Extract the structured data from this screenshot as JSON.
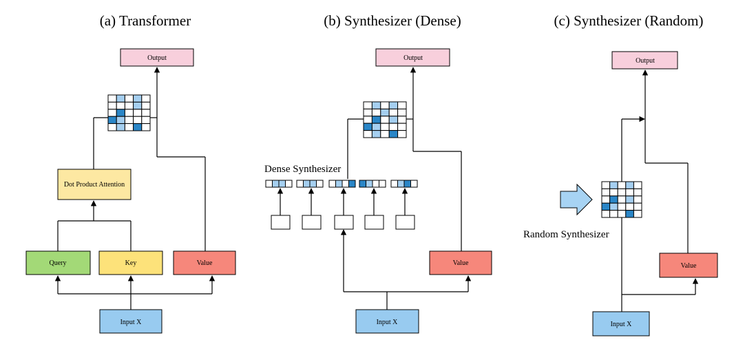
{
  "titles": {
    "a": "(a) Transformer",
    "b": "(b) Synthesizer (Dense)",
    "c": "(c) Synthesizer (Random)"
  },
  "boxes": {
    "output": "Output",
    "dot_product_attention": "Dot Product Attention",
    "query": "Query",
    "key": "Key",
    "value": "Value",
    "input_x": "Input X"
  },
  "labels": {
    "dense_synthesizer": "Dense Synthesizer",
    "random_synthesizer": "Random Synthesizer"
  },
  "colors": {
    "output": "#f8cfdc",
    "attention": "#fde8a2",
    "query": "#a3d977",
    "key": "#fde27a",
    "value": "#f6877b",
    "input": "#98cbf0",
    "cell_light": "#a5cff0",
    "cell_dark": "#2a86c7",
    "cell_empty": "#ffffff",
    "big_arrow": "#a7d3f3"
  },
  "matrices": {
    "a": [
      [
        0,
        1,
        0,
        1,
        0
      ],
      [
        0,
        0,
        0,
        1,
        0
      ],
      [
        0,
        2,
        0,
        0,
        0
      ],
      [
        2,
        1,
        0,
        0,
        0
      ],
      [
        0,
        1,
        0,
        2,
        0
      ]
    ],
    "b": [
      [
        0,
        1,
        0,
        1,
        0
      ],
      [
        0,
        0,
        1,
        0,
        0
      ],
      [
        0,
        2,
        0,
        1,
        0
      ],
      [
        2,
        1,
        0,
        0,
        0
      ],
      [
        0,
        1,
        0,
        2,
        0
      ]
    ],
    "c": [
      [
        0,
        1,
        0,
        1,
        0
      ],
      [
        0,
        0,
        0,
        0,
        0
      ],
      [
        0,
        2,
        0,
        1,
        0
      ],
      [
        2,
        1,
        0,
        0,
        0
      ],
      [
        0,
        0,
        0,
        2,
        0
      ]
    ]
  },
  "vectors": [
    [
      0,
      1,
      1,
      0
    ],
    [
      0,
      1,
      1,
      0
    ],
    [
      0,
      1,
      0,
      2
    ],
    [
      2,
      1,
      0,
      0
    ],
    [
      0,
      1,
      2,
      0
    ]
  ]
}
